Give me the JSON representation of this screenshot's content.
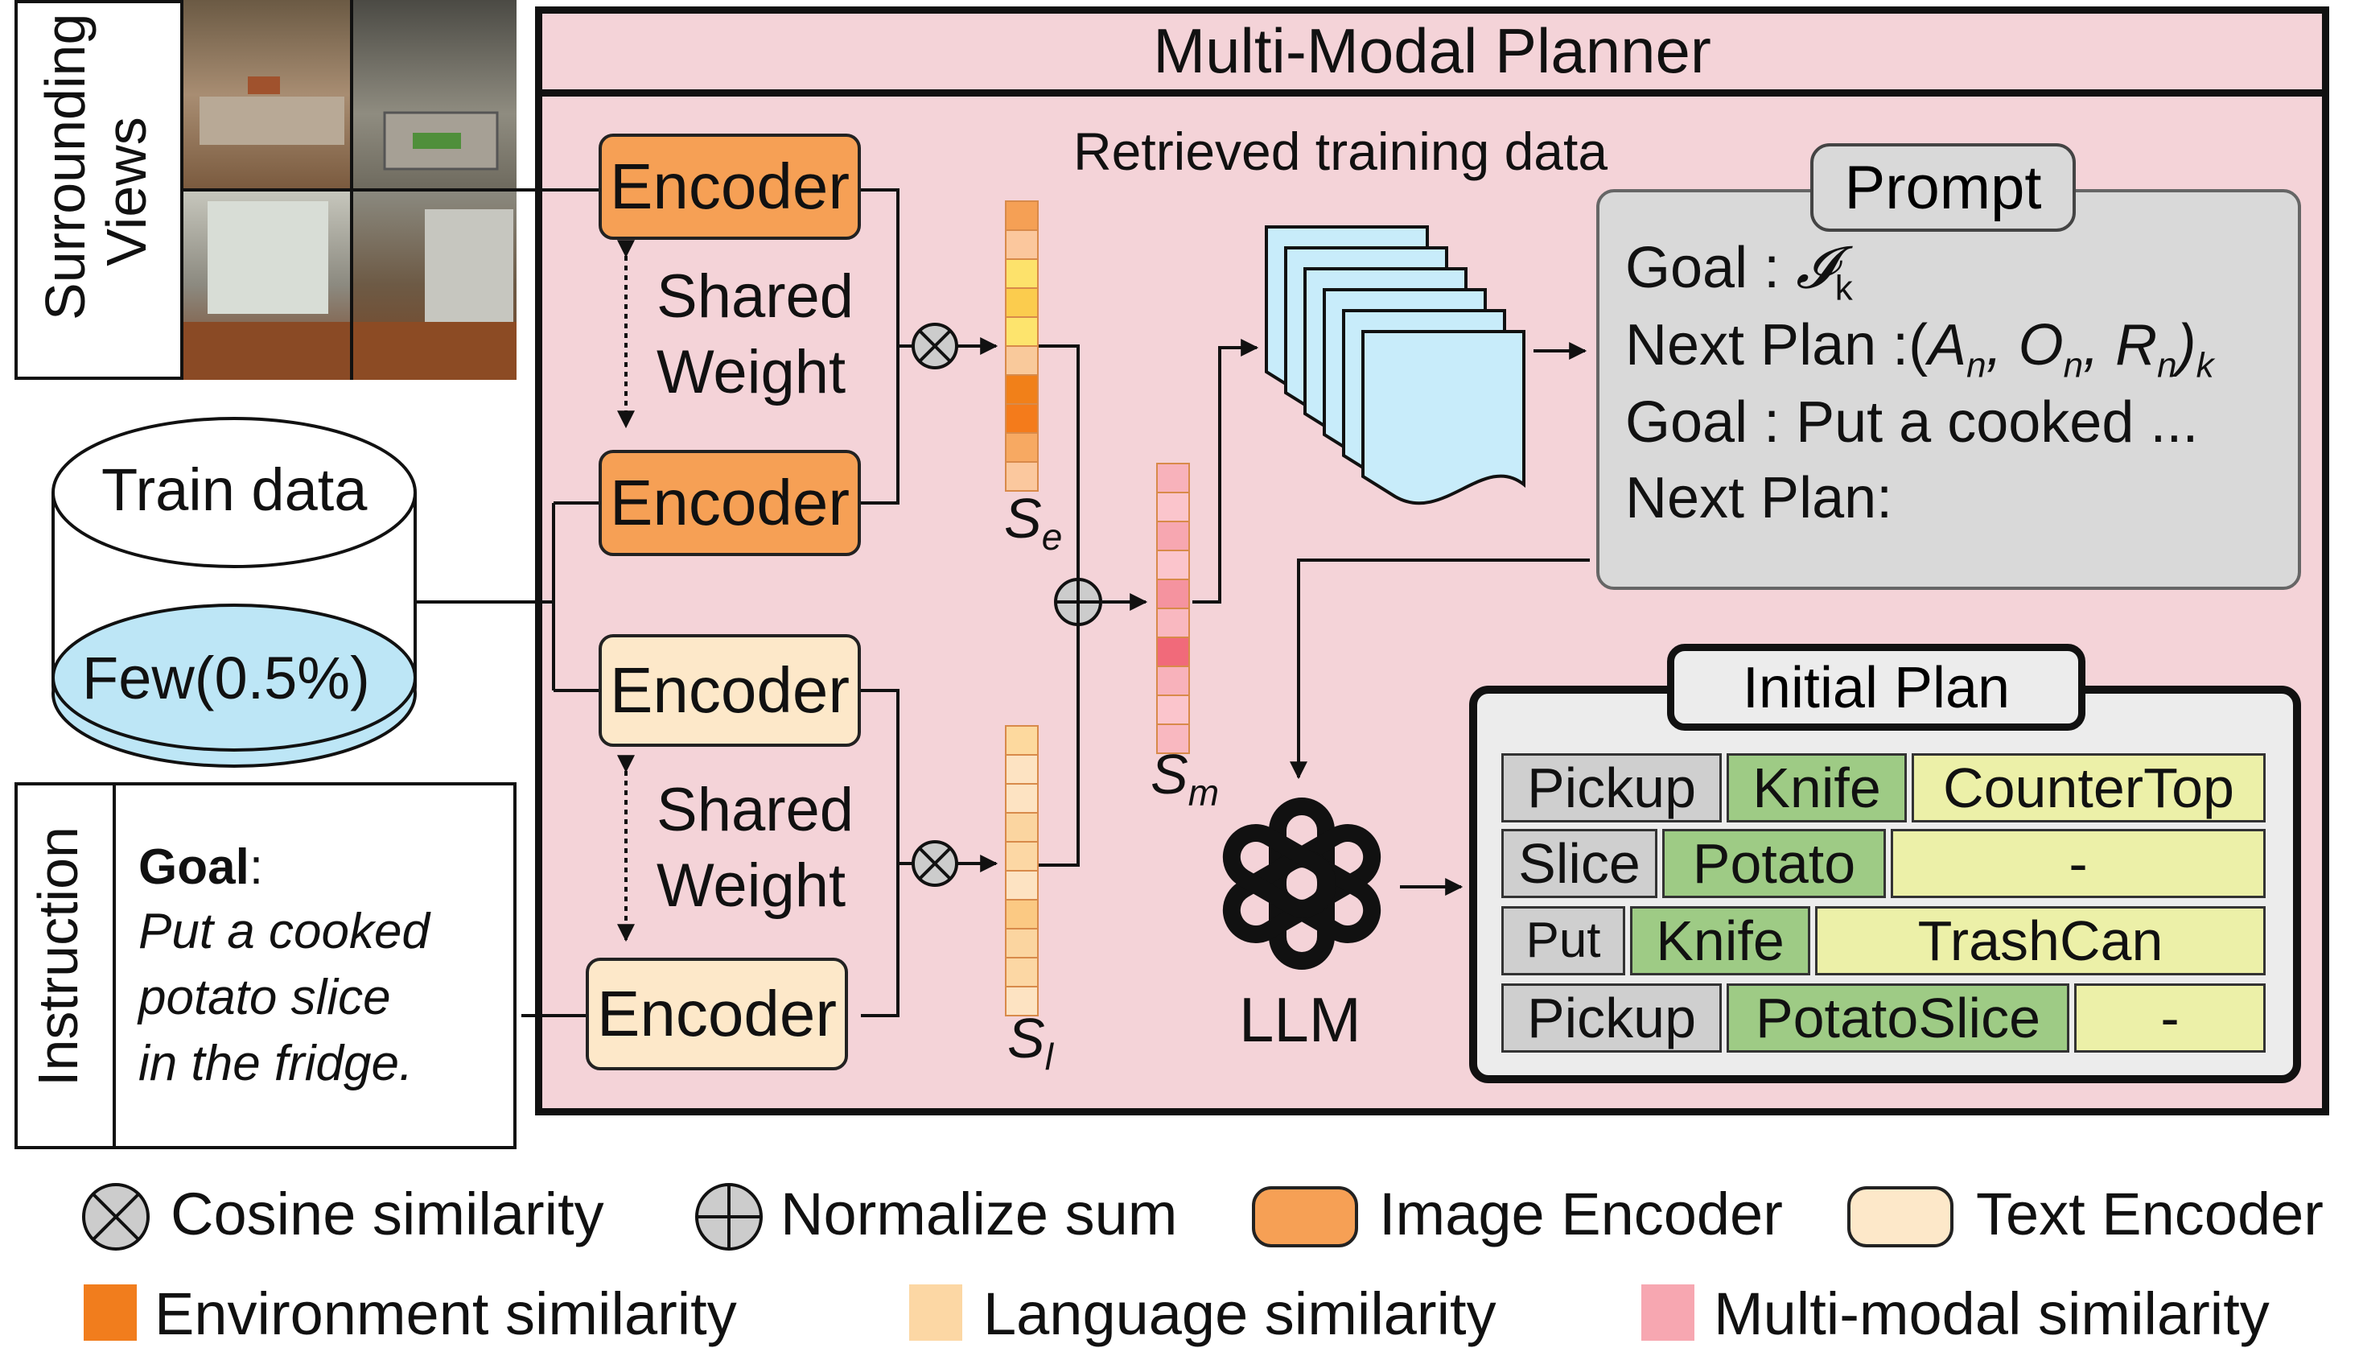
{
  "title": "Multi-Modal Planner",
  "surrounding_views_label": "Surrounding Views",
  "instruction_label": "Instruction",
  "instruction": {
    "goal_label": "Goal",
    "goal_colon": ":",
    "goal_lines": [
      "Put a cooked",
      "potato slice",
      "in the fridge."
    ]
  },
  "train_data": {
    "top": "Train data",
    "bottom": "Few(0.5%)"
  },
  "encoder_label": "Encoder",
  "shared_weight": [
    "Shared",
    "Weight"
  ],
  "retrieved_label": "Retrieved training data",
  "scores": {
    "se": {
      "base": "S",
      "sub": "e"
    },
    "sl": {
      "base": "S",
      "sub": "l"
    },
    "sm": {
      "base": "S",
      "sub": "m"
    }
  },
  "prompt": {
    "tag": "Prompt",
    "lines": [
      {
        "text": "Goal : ",
        "math": "𝓘",
        "sub": "k",
        "tail": ""
      },
      {
        "text": "Next Plan :(",
        "math": "A",
        "sub": "n",
        "tail": ", O",
        "sub2": "n",
        "tail2": ", R",
        "sub3": "n",
        "tail3": ")",
        "sub4": "k"
      },
      {
        "text": "Goal : Put a cooked ..."
      },
      {
        "text": "Next Plan:"
      }
    ]
  },
  "llm_label": "LLM",
  "initial_plan": {
    "tag": "Initial Plan",
    "rows": [
      {
        "action": "Pickup",
        "object": "Knife",
        "receptacle": "CounterTop"
      },
      {
        "action": "Slice",
        "object": "Potato",
        "receptacle": "-"
      },
      {
        "action": "Put",
        "object": "Knife",
        "receptacle": "TrashCan"
      },
      {
        "action": "Pickup",
        "object": "PotatoSlice",
        "receptacle": "-"
      }
    ]
  },
  "legend": [
    {
      "label": "Cosine similarity",
      "icon": "cross-circle-icon"
    },
    {
      "label": "Normalize sum",
      "icon": "plus-circle-icon"
    },
    {
      "label": "Image Encoder",
      "swatch": "#f6a055"
    },
    {
      "label": "Text Encoder",
      "swatch": "#fde8c9"
    },
    {
      "label": "Environment similarity",
      "swatch": "#f17d1d"
    },
    {
      "label": "Language similarity",
      "swatch": "#fcd7a4"
    },
    {
      "label": "Multi-modal similarity",
      "swatch": "#f7a7b1"
    }
  ],
  "colors": {
    "planner_bg": "#f4d3d8",
    "image_encoder": "#f6a055",
    "text_encoder": "#fde8c9",
    "env_cells": [
      "#f5a055",
      "#fbc79d",
      "#fde26b",
      "#fbcc4e",
      "#fde46d",
      "#f9c99b",
      "#f18019",
      "#f47b1b",
      "#f7a962",
      "#fbc89e"
    ],
    "lang_cells": [
      "#fdd99e",
      "#fde3c2",
      "#fde3c2",
      "#fbd5a0",
      "#fcd7a4",
      "#fde3c2",
      "#fbc983",
      "#fbd5a0",
      "#fcd7a4",
      "#fde3c2"
    ],
    "mm_cells": [
      "#f8b2bb",
      "#fbc5cc",
      "#f7a7b1",
      "#fbc5cc",
      "#f5939f",
      "#f9b8c0",
      "#f16a7a",
      "#f8b2bb",
      "#fbc5cc",
      "#f9b8c0"
    ],
    "retrieved_docs": "#c8ecfa",
    "prompt_bg": "#d9d9d9",
    "plan_action": "#cfcfcf",
    "plan_object": "#9ecb85",
    "plan_receptacle": "#ecf0a8"
  }
}
